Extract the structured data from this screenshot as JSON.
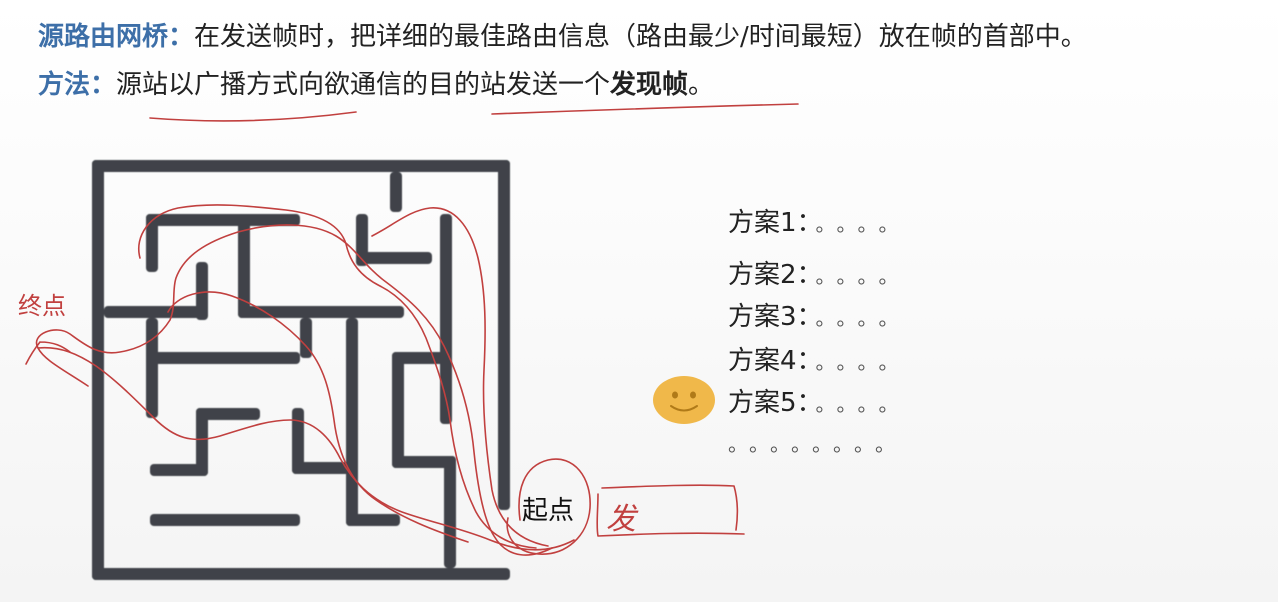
{
  "slide": {
    "line1": {
      "term": "源路由网桥：",
      "text": "在发送帧时，把详细的最佳路由信息（路由最少/时间最短）放在帧的首部中。"
    },
    "line2": {
      "term": "方法：",
      "text_before": "源站以广播方式向欲通信的目的站发送一个",
      "bold": "发现帧",
      "text_after": "。"
    }
  },
  "maze": {
    "wall_color": "#3f4348",
    "labels": {
      "end": "终点",
      "start": "起点",
      "send": "发"
    },
    "annotation_color": "#c1403f"
  },
  "plans": {
    "items": [
      "方案1：",
      "方案2：",
      "方案3：",
      "方案4：",
      "方案5："
    ],
    "dots": "。。。。",
    "final_dots": "。。。。。。。。"
  },
  "smiley": {
    "color": "#f0b84a",
    "icon": "smiley-face-icon"
  }
}
